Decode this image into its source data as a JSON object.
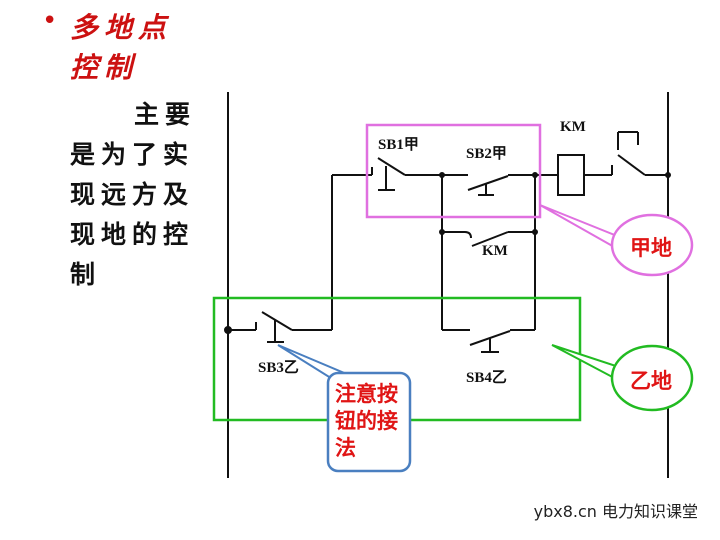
{
  "heading": {
    "bullet": "•",
    "title": "多地点控制"
  },
  "description": "主要是为了实现远方及现地的控制",
  "components": {
    "sb1": "SB1甲",
    "sb2": "SB2甲",
    "km_coil": "KM",
    "km_contact": "KM",
    "sb3": "SB3乙",
    "sb4": "SB4乙"
  },
  "callouts": {
    "button_note": "注意按钮的接法",
    "location_a": "甲地",
    "location_b": "乙地"
  },
  "watermark": "ybx8.cn 电力知识课堂",
  "colors": {
    "box_a": "#e070e0",
    "box_b": "#22bb22",
    "callout_border": "#4a7fc0",
    "text_red": "#e01515"
  }
}
